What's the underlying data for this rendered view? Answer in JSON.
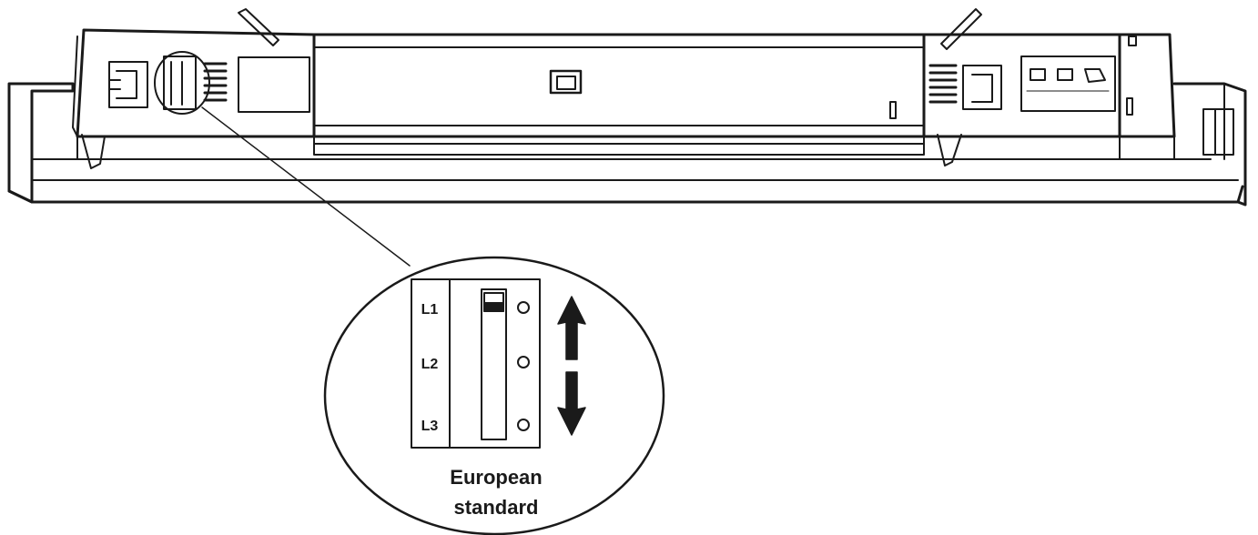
{
  "switch_labels": [
    "L1",
    "L2",
    "L3"
  ],
  "caption": {
    "line1": "European",
    "line2": "standard"
  },
  "colors": {
    "ink": "#1a1a1a",
    "paper": "#ffffff",
    "fill_grey": "#3a3a3a"
  },
  "icons": [
    "up-arrow-icon",
    "down-arrow-icon"
  ]
}
